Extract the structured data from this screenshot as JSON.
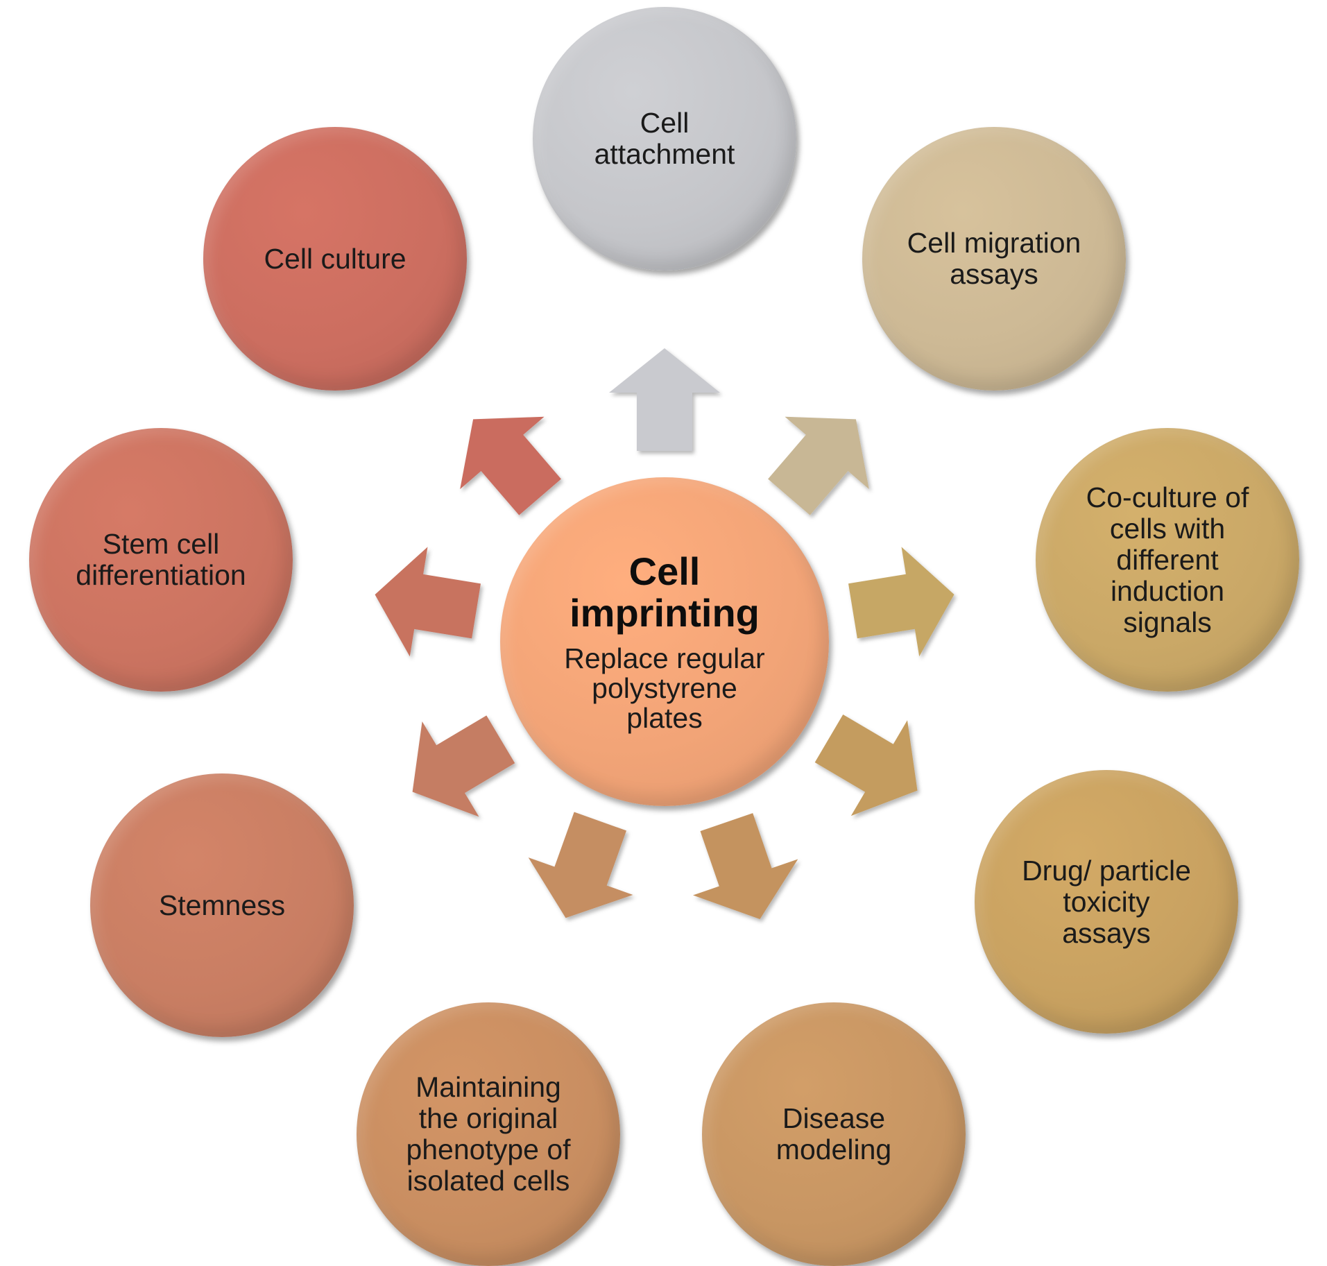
{
  "center": {
    "title": "Cell\nimprinting",
    "subtitle": "Replace regular\npolystyrene\nplates",
    "color": "#f2a477"
  },
  "nodes": [
    {
      "id": "cell-attachment",
      "label": "Cell\nattachment",
      "color": "#c5c6ca",
      "arrow_color": "#c9cacf"
    },
    {
      "id": "cell-migration-assays",
      "label": "Cell migration\nassays",
      "color": "#cdb995",
      "arrow_color": "#c8b795"
    },
    {
      "id": "co-culture",
      "label": "Co-culture of\ncells with\ndifferent\ninduction\nsignals",
      "color": "#caa867",
      "arrow_color": "#c6a765"
    },
    {
      "id": "drug-particle-toxicity-assays",
      "label": "Drug/ particle\ntoxicity\nassays",
      "color": "#c9a261",
      "arrow_color": "#c49c5e"
    },
    {
      "id": "disease-modeling",
      "label": "Disease\nmodeling",
      "color": "#c89663",
      "arrow_color": "#c4935f"
    },
    {
      "id": "maintaining-phenotype",
      "label": "Maintaining\nthe original\nphenotype of\nisolated cells",
      "color": "#c98e61",
      "arrow_color": "#c58e62"
    },
    {
      "id": "stemness",
      "label": "Stemness",
      "color": "#c97e63",
      "arrow_color": "#c57d63"
    },
    {
      "id": "stem-cell-differentiation",
      "label": "Stem cell\ndifferentiation",
      "color": "#cc7461",
      "arrow_color": "#c8735f"
    },
    {
      "id": "cell-culture",
      "label": "Cell culture",
      "color": "#cc6e60",
      "arrow_color": "#ca6c5e"
    }
  ]
}
